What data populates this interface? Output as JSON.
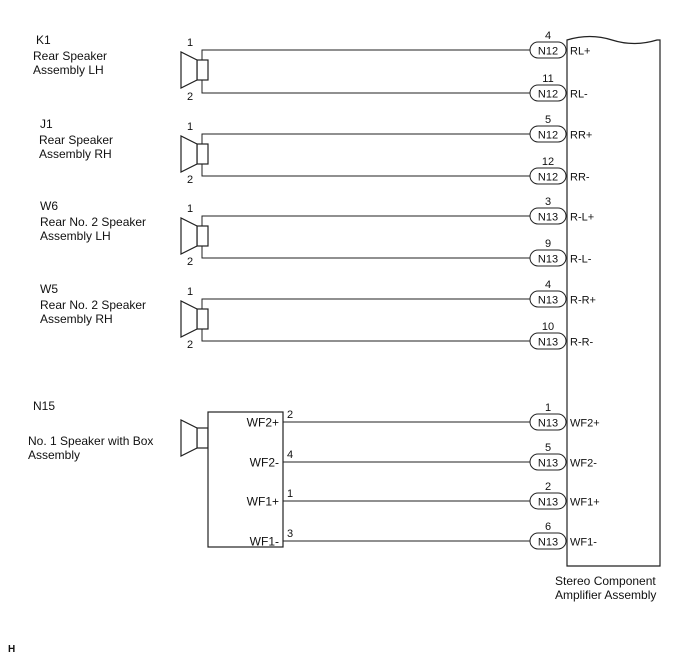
{
  "speakers": [
    {
      "id": "K1",
      "name_lines": [
        "Rear Speaker",
        "Assembly LH"
      ],
      "wires": [
        {
          "pin": "1",
          "conn_pin": "4",
          "connector": "N12",
          "signal": "RL+"
        },
        {
          "pin": "2",
          "conn_pin": "11",
          "connector": "N12",
          "signal": "RL-"
        }
      ]
    },
    {
      "id": "J1",
      "name_lines": [
        "Rear Speaker",
        "Assembly RH"
      ],
      "wires": [
        {
          "pin": "1",
          "conn_pin": "5",
          "connector": "N12",
          "signal": "RR+"
        },
        {
          "pin": "2",
          "conn_pin": "12",
          "connector": "N12",
          "signal": "RR-"
        }
      ]
    },
    {
      "id": "W6",
      "name_lines": [
        "Rear No. 2 Speaker",
        "Assembly LH"
      ],
      "wires": [
        {
          "pin": "1",
          "conn_pin": "3",
          "connector": "N13",
          "signal": "R-L+"
        },
        {
          "pin": "2",
          "conn_pin": "9",
          "connector": "N13",
          "signal": "R-L-"
        }
      ]
    },
    {
      "id": "W5",
      "name_lines": [
        "Rear No. 2 Speaker",
        "Assembly RH"
      ],
      "wires": [
        {
          "pin": "1",
          "conn_pin": "4",
          "connector": "N13",
          "signal": "R-R+"
        },
        {
          "pin": "2",
          "conn_pin": "10",
          "connector": "N13",
          "signal": "R-R-"
        }
      ]
    }
  ],
  "subwoofer": {
    "id": "N15",
    "name_lines": [
      "No. 1 Speaker with Box",
      "Assembly"
    ],
    "wires": [
      {
        "terminal": "WF2+",
        "pin": "2",
        "conn_pin": "1",
        "connector": "N13",
        "signal": "WF2+"
      },
      {
        "terminal": "WF2-",
        "pin": "4",
        "conn_pin": "5",
        "connector": "N13",
        "signal": "WF2-"
      },
      {
        "terminal": "WF1+",
        "pin": "1",
        "conn_pin": "2",
        "connector": "N13",
        "signal": "WF1+"
      },
      {
        "terminal": "WF1-",
        "pin": "3",
        "conn_pin": "6",
        "connector": "N13",
        "signal": "WF1-"
      }
    ]
  },
  "amplifier": {
    "name_lines": [
      "Stereo Component",
      "Amplifier Assembly"
    ]
  },
  "footer_mark": "H"
}
